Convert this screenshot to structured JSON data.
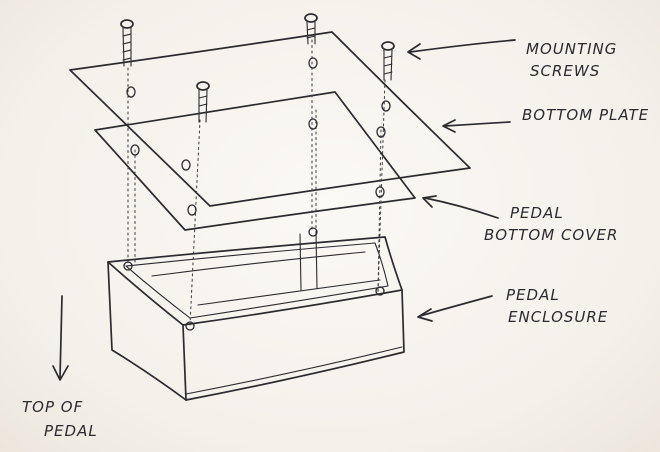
{
  "labels": {
    "mounting_screws_1": "MOUNTING",
    "mounting_screws_2": "SCREWS",
    "bottom_plate": "BOTTOM PLATE",
    "pedal_bottom_cover_1": "PEDAL",
    "pedal_bottom_cover_2": "BOTTOM COVER",
    "pedal_enclosure_1": "PEDAL",
    "pedal_enclosure_2": "ENCLOSURE",
    "top_of_pedal_1": "TOP OF",
    "top_of_pedal_2": "PEDAL"
  },
  "colors": {
    "ink": "#2b2a30",
    "paper": "#f7f4ef"
  }
}
